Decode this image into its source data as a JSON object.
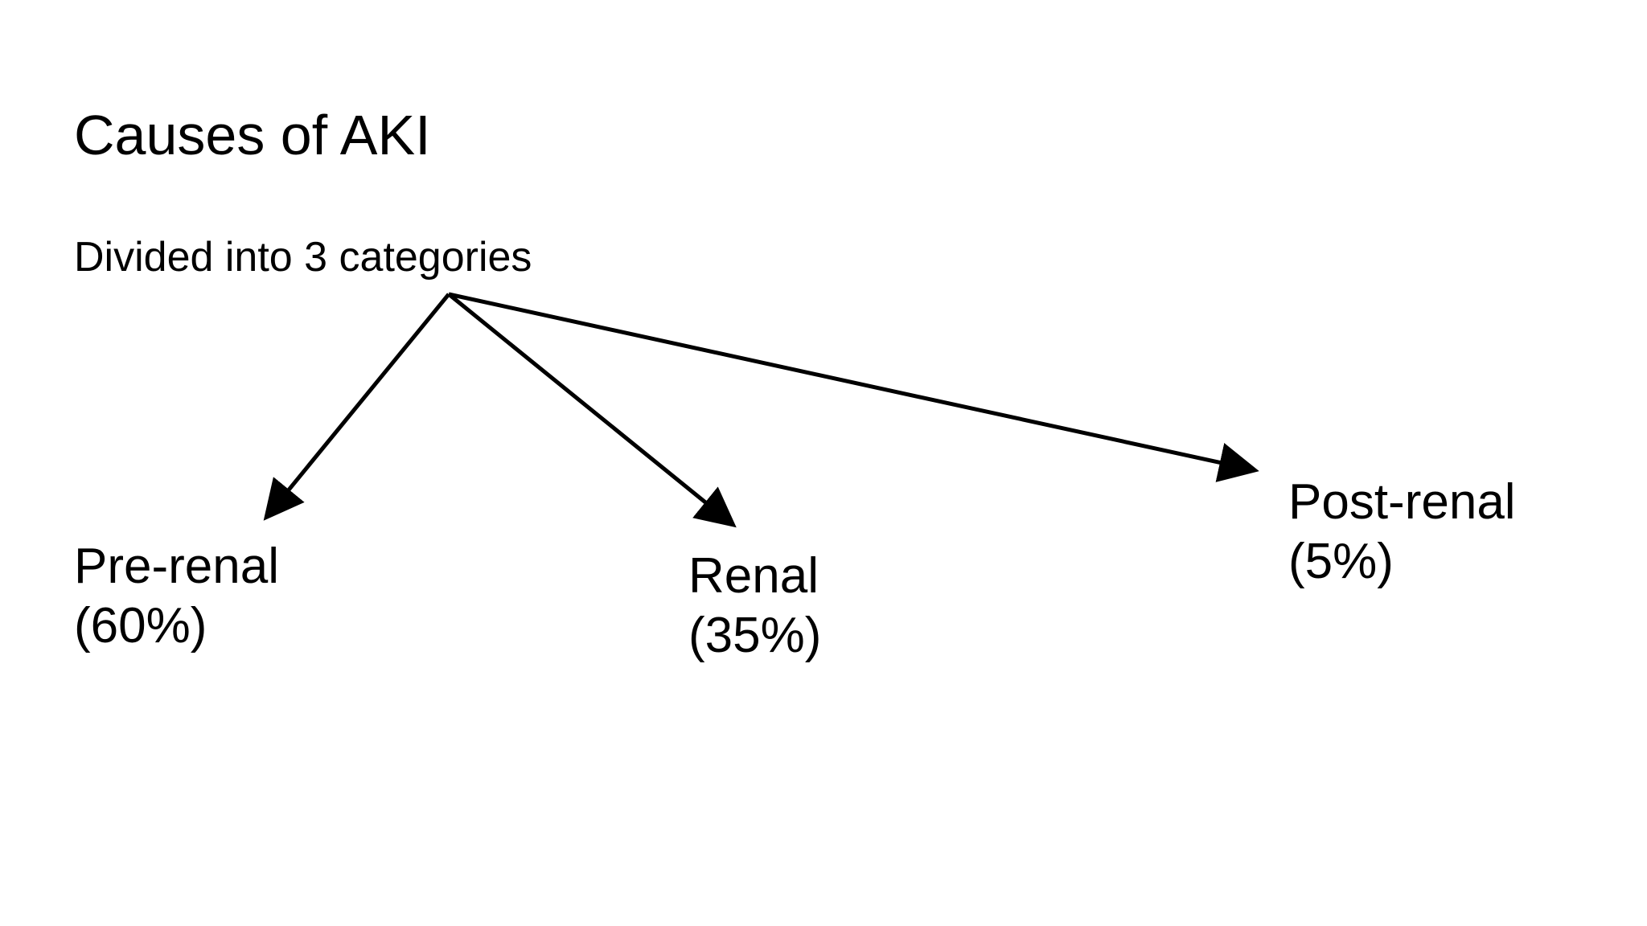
{
  "slide": {
    "title": "Causes of AKI",
    "subtitle": "Divided into 3 categories",
    "categories": [
      {
        "name": "Pre-renal",
        "percent": "(60%)"
      },
      {
        "name": "Renal",
        "percent": "(35%)"
      },
      {
        "name": "Post-renal",
        "percent": "(5%)"
      }
    ]
  },
  "colors": {
    "text": "#000000",
    "arrow": "#000000",
    "background": "#ffffff"
  }
}
